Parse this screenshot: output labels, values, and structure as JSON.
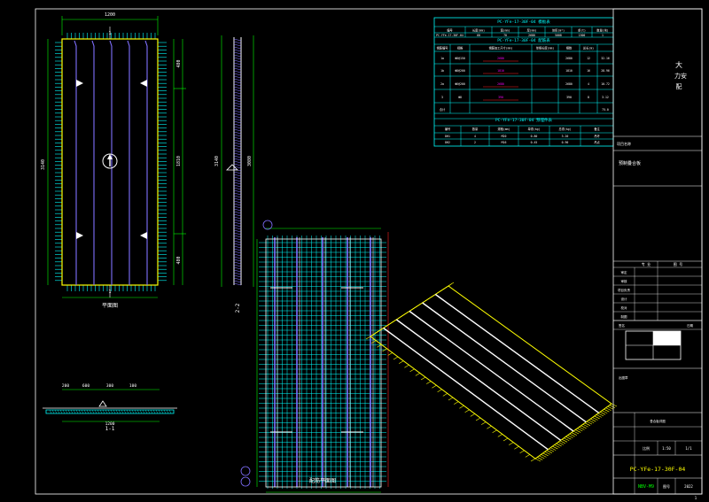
{
  "drawing": {
    "code": "PC-YFe-17-30F-04",
    "sheet_no": "1/1",
    "scale": "1:50",
    "page_mark": "1"
  },
  "labels": {
    "plan_view": "平面图",
    "section_1": "1-1",
    "section_2": "2-2",
    "rebar_plan": "配筋平面图",
    "cut_1": "1",
    "cut_2": "2"
  },
  "dimensions": {
    "plan_top_left": "1200",
    "plan_left_total": "3140",
    "plan_right_1": "480",
    "plan_right_2": "1810",
    "plan_right_3": "480",
    "side_height": "3140",
    "side_right": "3080",
    "sec_1": "200",
    "sec_2": "600",
    "sec_3": "300",
    "sec_4": "100",
    "sec_5": "1200"
  },
  "titleblock": {
    "company_line1": "大",
    "company_line2": "力安",
    "company_line3": "配",
    "project_row": "项目名称",
    "drawing_title": "预制叠合板",
    "rows": [
      "审定",
      "审核",
      "项目负责",
      "设计",
      "校对",
      "制图"
    ],
    "grade_col1": "专 业",
    "grade_col2": "图 号",
    "sign_label": "签名",
    "date_label": "日期",
    "stamp": "出图章",
    "sub_title": "叠合板详图",
    "scale_label": "比例",
    "sheet_label": "图号",
    "bottom_left": "NBV-M9",
    "bottom_right": "2022"
  },
  "tables": {
    "t1_title": "PC-YFe-17-30F-04 模板表",
    "t1_headers": [
      "编号",
      "长度(mm)",
      "宽(mm)",
      "厚(mm)",
      "体积(m³)",
      "重(t)",
      "数量(块)"
    ],
    "t1_row": [
      "PC-YFe-17-30F-04",
      "60",
      "70",
      "2680",
      "5008",
      "1500",
      "1"
    ],
    "t2_title": "PC-YFe-17-30F-04 配筋表",
    "t2_headers": [
      "钢筋编号",
      "规格",
      "钢筋加工尺寸(mm)",
      "单根长度(mm)",
      "根数",
      "总长(m)"
    ],
    "t2_rows": [
      {
        "id": "1a",
        "spec": "Φ8@150",
        "shape": "2680",
        "len": "2680",
        "qty": "12",
        "total": "32.16"
      },
      {
        "id": "1b",
        "spec": "Φ8@200",
        "shape": "1810",
        "len": "1810",
        "qty": "16",
        "total": "28.96"
      },
      {
        "id": "2a",
        "spec": "Φ6@200",
        "shape": "2680",
        "len": "2680",
        "qty": "4",
        "total": "10.72"
      },
      {
        "id": "3",
        "spec": "Φ8",
        "shape": "390",
        "len": "390",
        "qty": "8",
        "total": "3.12"
      }
    ],
    "t2_total_label": "合计",
    "t2_total": "75.0",
    "t3_title": "PC-YFe-17-30F-04 预埋件表",
    "t3_headers": [
      "编号",
      "数量",
      "规格(mm)",
      "单重(kg)",
      "总重(kg)",
      "备注"
    ],
    "t3_rows": [
      [
        "DH1",
        "4",
        "M20",
        "0.80",
        "3.20",
        "吊环"
      ],
      [
        "DH2",
        "2",
        "M16",
        "0.45",
        "0.90",
        "吊点"
      ]
    ]
  },
  "colors": {
    "white": "#ffffff",
    "yellow": "#ffff00",
    "cyan": "#00ffff",
    "green": "#00ff00",
    "purple": "#8070ff",
    "magenta": "#ff00ff",
    "red": "#ff2020"
  }
}
